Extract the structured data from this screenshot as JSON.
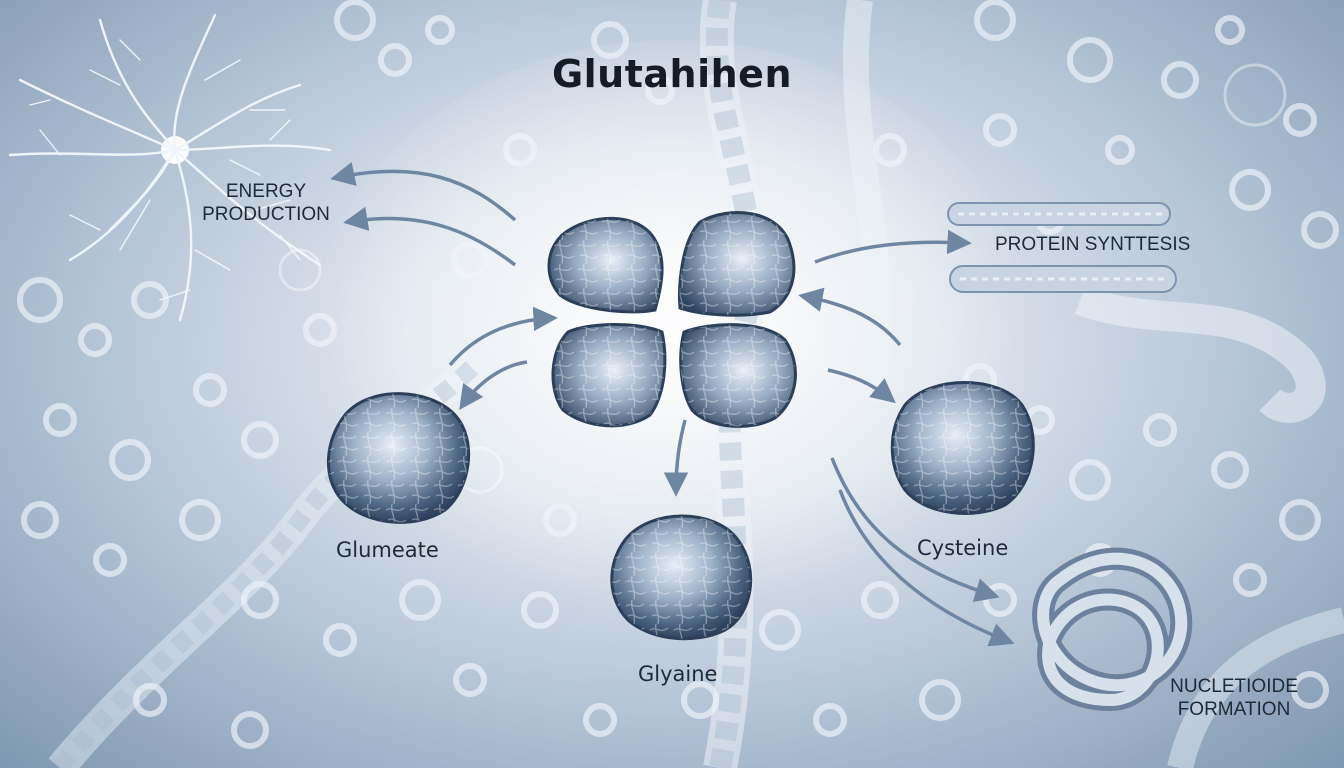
{
  "title": "Glutahihen",
  "processes": {
    "energy_line1": "ENERGY",
    "energy_line2": "PRODUCTION",
    "protein": "PROTEIN SYNTTESIS",
    "nucleotide_line1": "NUCLETIOIDE",
    "nucleotide_line2": "FORMATION"
  },
  "amino_acids": {
    "left": "Glumeate",
    "bottom": "Glyaine",
    "right": "Cysteine"
  },
  "colors": {
    "accent": "#6f86a3",
    "cell_dark": "#3d5573",
    "cell_light": "#dfe7f1",
    "text": "#1f2a38"
  },
  "icons": [
    "neuron-icon",
    "protein-strand-icon",
    "dna-knot-icon",
    "cell-cluster-icon"
  ]
}
